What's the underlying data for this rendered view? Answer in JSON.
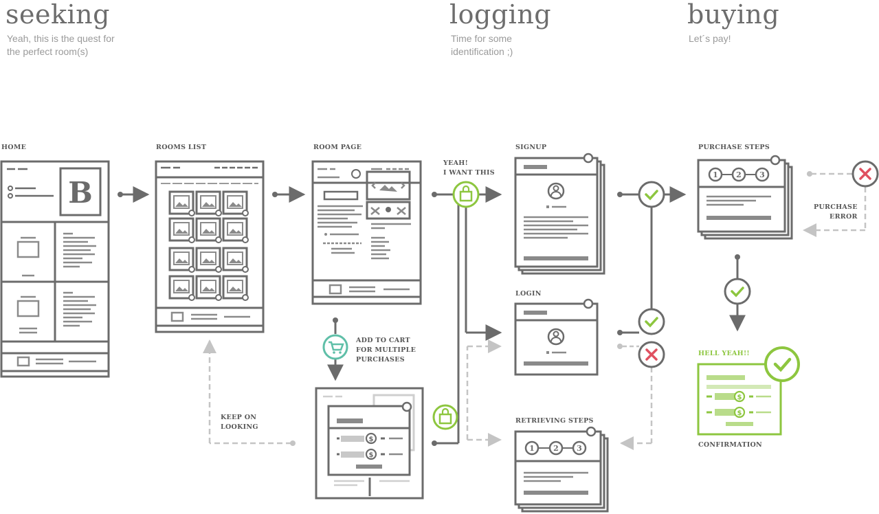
{
  "stages": {
    "seeking": {
      "title": "seeking",
      "subtitle": "Yeah, this is the quest for\nthe perfect room(s)"
    },
    "logging": {
      "title": "logging",
      "subtitle": "Time for some\nidentification ;)"
    },
    "buying": {
      "title": "buying",
      "subtitle": "Let´s pay!"
    }
  },
  "screens": {
    "home": "HOME",
    "rooms_list": "ROOMS LIST",
    "room_page": "ROOM PAGE",
    "signup": "SIGNUP",
    "login": "LOGIN",
    "retrieving_steps": "RETRIEVING STEPS",
    "purchase_steps": "PURCHASE STEPS",
    "confirmation": "CONFIRMATION"
  },
  "annotations": {
    "want_this": "YEAH!\nI WANT THIS",
    "add_to_cart": "ADD TO CART\nFOR MULTIPLE\nPURCHASES",
    "keep_looking": "KEEP ON\nLOOKING",
    "purchase_error": "PURCHASE\nERROR",
    "hell_yeah": "HELL YEAH!!"
  },
  "logo_letter": "B",
  "step_numbers": [
    "1",
    "2",
    "3"
  ],
  "colors": {
    "stroke": "#6b6b6b",
    "light": "#c8c8c8",
    "dashed": "#bdbdbd",
    "green": "#8dc63f",
    "teal": "#5fbfa8",
    "red": "#e05060"
  },
  "icons": [
    "shopping-bag-icon",
    "cart-icon",
    "check-icon",
    "cross-icon",
    "dollar-icon",
    "user-icon",
    "image-icon"
  ]
}
